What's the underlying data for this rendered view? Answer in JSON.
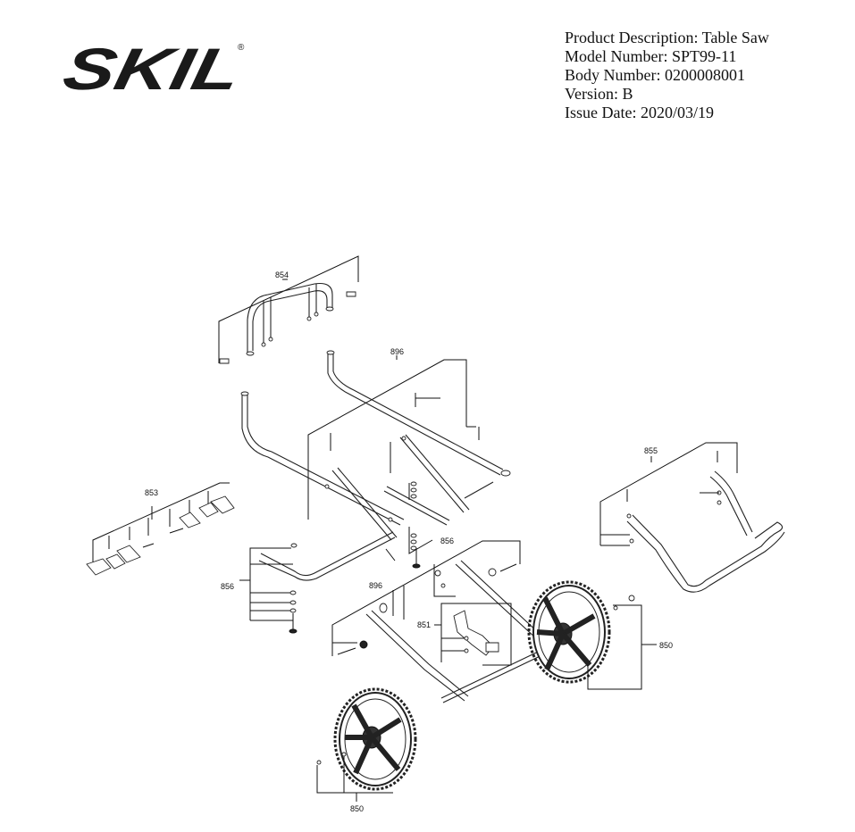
{
  "logo": {
    "text": "SKIL",
    "mark": "®"
  },
  "product_info": {
    "description": "Product Description: Table Saw",
    "model": "Model Number: SPT99-11",
    "body": "Body Number: 0200008001",
    "version": "Version: B",
    "issue_date": "Issue Date: 2020/03/19"
  },
  "callouts": {
    "c854": "854",
    "c896_top": "896",
    "c853": "853",
    "c855": "855",
    "c856_right": "856",
    "c856_left": "856",
    "c896_mid": "896",
    "c851": "851",
    "c850_right": "850",
    "c850_bottom": "850"
  }
}
